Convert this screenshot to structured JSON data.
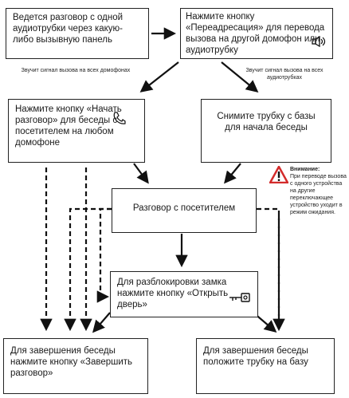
{
  "boxes": {
    "b1": "Ведется разговор с одной аудиотрубки через какую-либо вызывную панель",
    "b2": "Нажмите кнопку «Переадресация» для перевода вызова на другой домофон или аудиотрубку",
    "b3": "Нажмите кнопку «Начать разговор» для беседы с посетителем на любом домофоне",
    "b4": "Снимите трубку с базы для начала беседы",
    "b5": "Разговор с посетителем",
    "b6": "Для разблокировки замка нажмите кнопку «Открыть дверь»",
    "b7": "Для завершения беседы нажмите кнопку «Завершить разговор»",
    "b8": "Для завершения беседы положите трубку на базу"
  },
  "notes": {
    "left": "Звучит сигнал вызова на всех домофонах",
    "right": "Звучит сигнал вызова на всех аудиотрубках"
  },
  "warning": {
    "title": "Внимание:",
    "text": "При переводе вызова с одного устройства на другие переключающее устройство уходит в режим ожидания."
  },
  "icons": [
    "redirect-icon",
    "phone-icon",
    "key-icon",
    "warning-icon"
  ]
}
